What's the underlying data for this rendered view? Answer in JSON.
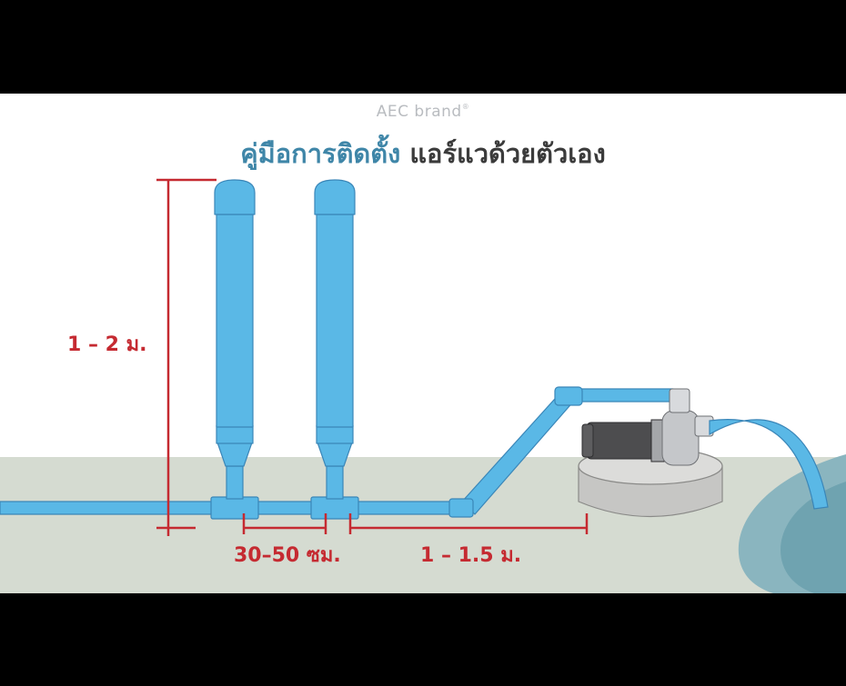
{
  "brand": {
    "name": "AEC brand",
    "registered_mark": "®"
  },
  "title": {
    "part1": "คู่มือการติดตั้ง",
    "part2": "แอร์แวด้วยตัวเอง"
  },
  "dimensions": {
    "height": "1 – 2 ม.",
    "spacing": "30–50 ซม.",
    "distance": "1 – 1.5 ม."
  },
  "colors": {
    "pipe": "#5ab8e6",
    "pipe_outline": "#3a86b8",
    "dimension": "#c52a31",
    "ground": "#d5dbd1",
    "sky": "#ffffff",
    "water": "#8ab5bf",
    "motor": "#4d4d4f",
    "pump_base": "#c6c6c4"
  }
}
